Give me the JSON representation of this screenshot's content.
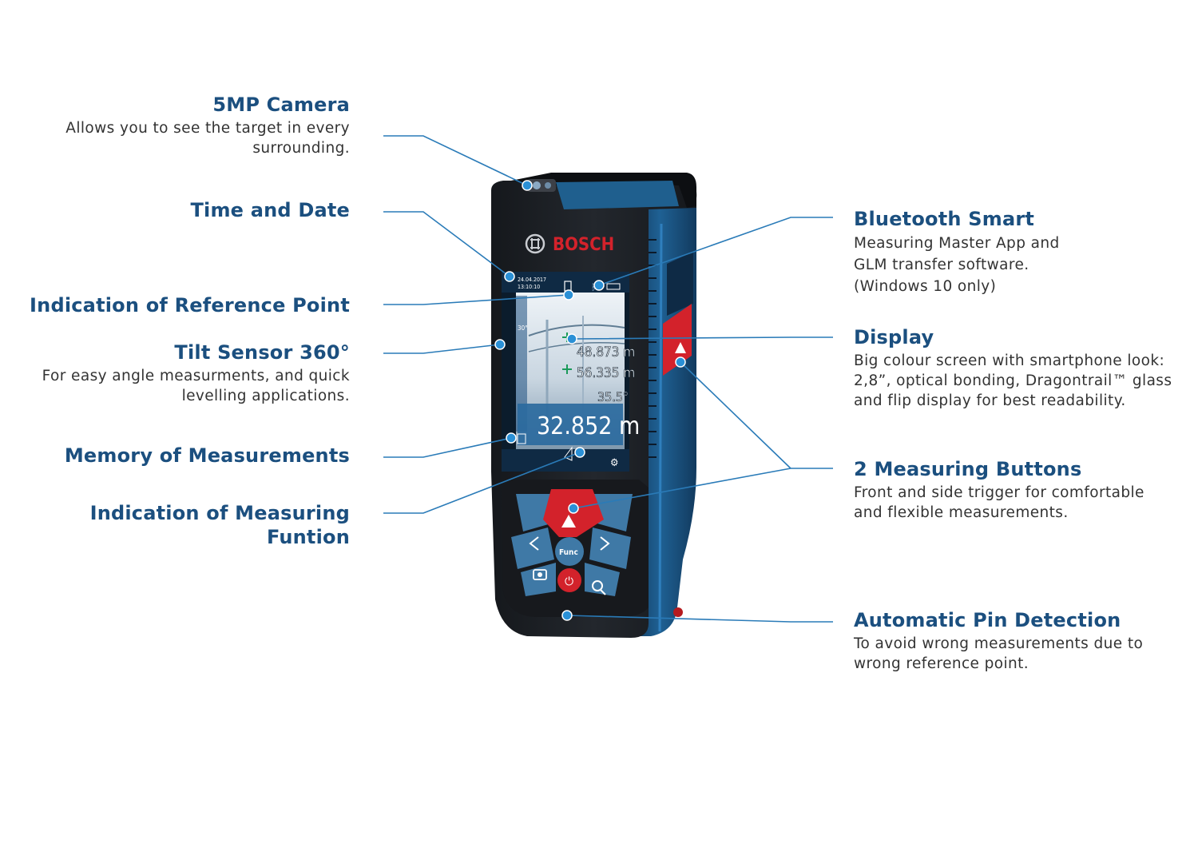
{
  "callouts": {
    "camera": {
      "title": "5MP Camera",
      "desc_lines": [
        "Allows you to see the target in every",
        "surrounding."
      ]
    },
    "time_date": {
      "title": "Time and Date"
    },
    "reference_point": {
      "title": "Indication of Reference Point"
    },
    "tilt_sensor": {
      "title": "Tilt Sensor 360°",
      "desc_lines": [
        "For easy angle measurments, and quick",
        "levelling applications."
      ]
    },
    "memory": {
      "title": "Memory of Measurements"
    },
    "measuring_function": {
      "title_lines": [
        "Indication of Measuring",
        "Funtion"
      ]
    },
    "bluetooth": {
      "title": "Bluetooth Smart",
      "desc_lines": [
        "Measuring Master App and",
        "GLM transfer software.",
        "(Windows 10 only)"
      ]
    },
    "display": {
      "title": "Display",
      "desc_lines": [
        "Big colour screen with smartphone look:",
        "2,8”, optical bonding, Dragontrail™ glass",
        "and flip display for best readability."
      ]
    },
    "buttons": {
      "title": "2 Measuring Buttons",
      "desc_lines": [
        "Front and side trigger for comfortable",
        "and flexible measurements."
      ]
    },
    "pin_detection": {
      "title": "Automatic Pin Detection",
      "desc_lines": [
        "To avoid wrong measurements due to",
        "wrong reference point."
      ]
    }
  },
  "device": {
    "brand": "BOSCH",
    "screen": {
      "date": "24.04.2017",
      "time": "13:10:10",
      "angle": "30°",
      "reading1": "48.873 m",
      "reading2": "56.335 m",
      "reading3": "35.5°",
      "main_reading": "32.852 m"
    },
    "keypad": {
      "func_label": "Func"
    }
  },
  "colors": {
    "title_blue": "#1b4f7f",
    "leader_blue": "#2a7bb8",
    "body_black": "#1c1f24",
    "bosch_red": "#d3222b",
    "key_blue": "#3f79a6",
    "housing_blue": "#1d5d8c"
  }
}
